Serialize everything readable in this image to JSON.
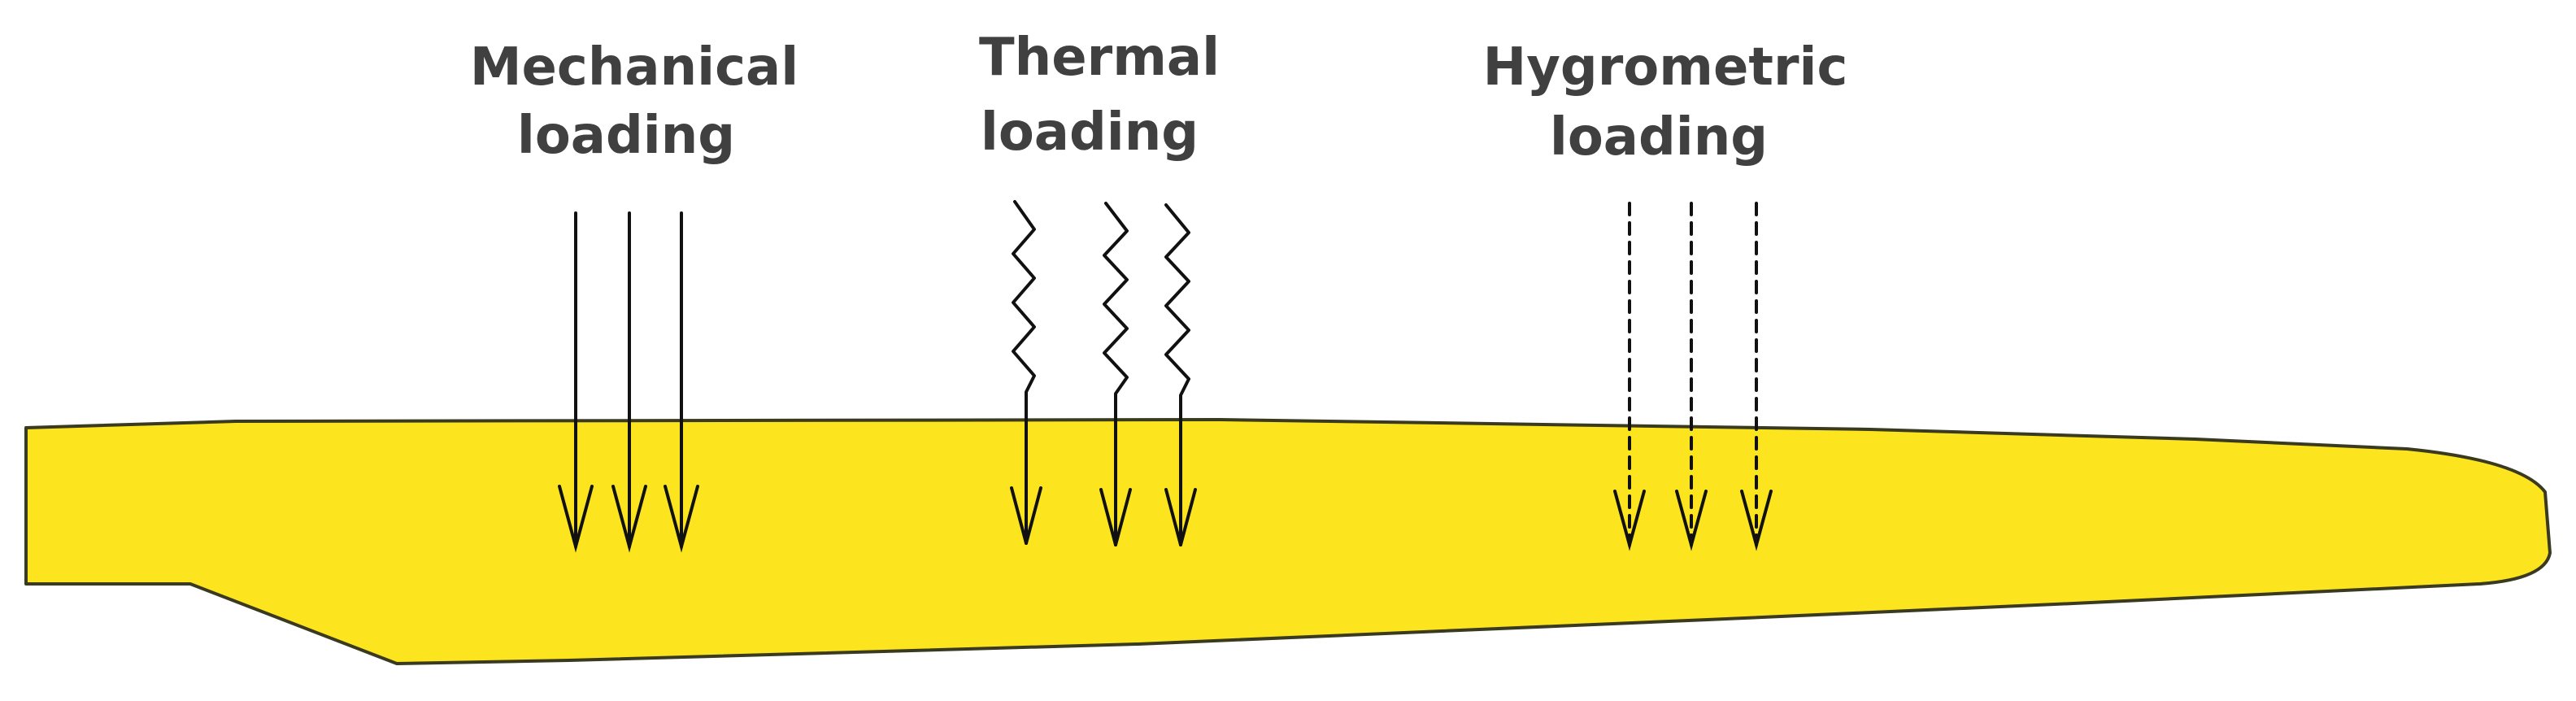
{
  "loadings": [
    {
      "id": "mechanical",
      "line1": "Mechanical",
      "line2": "loading",
      "arrow_style": "solid"
    },
    {
      "id": "thermal",
      "line1": "Thermal",
      "line2": "loading",
      "arrow_style": "zigzag"
    },
    {
      "id": "hygrometric",
      "line1": "Hygrometric",
      "line2": "loading",
      "arrow_style": "dashed"
    }
  ],
  "colors": {
    "blade_fill": "#fce51e",
    "blade_stroke": "#3a3a20",
    "arrow": "#111111",
    "label": "#404040"
  }
}
